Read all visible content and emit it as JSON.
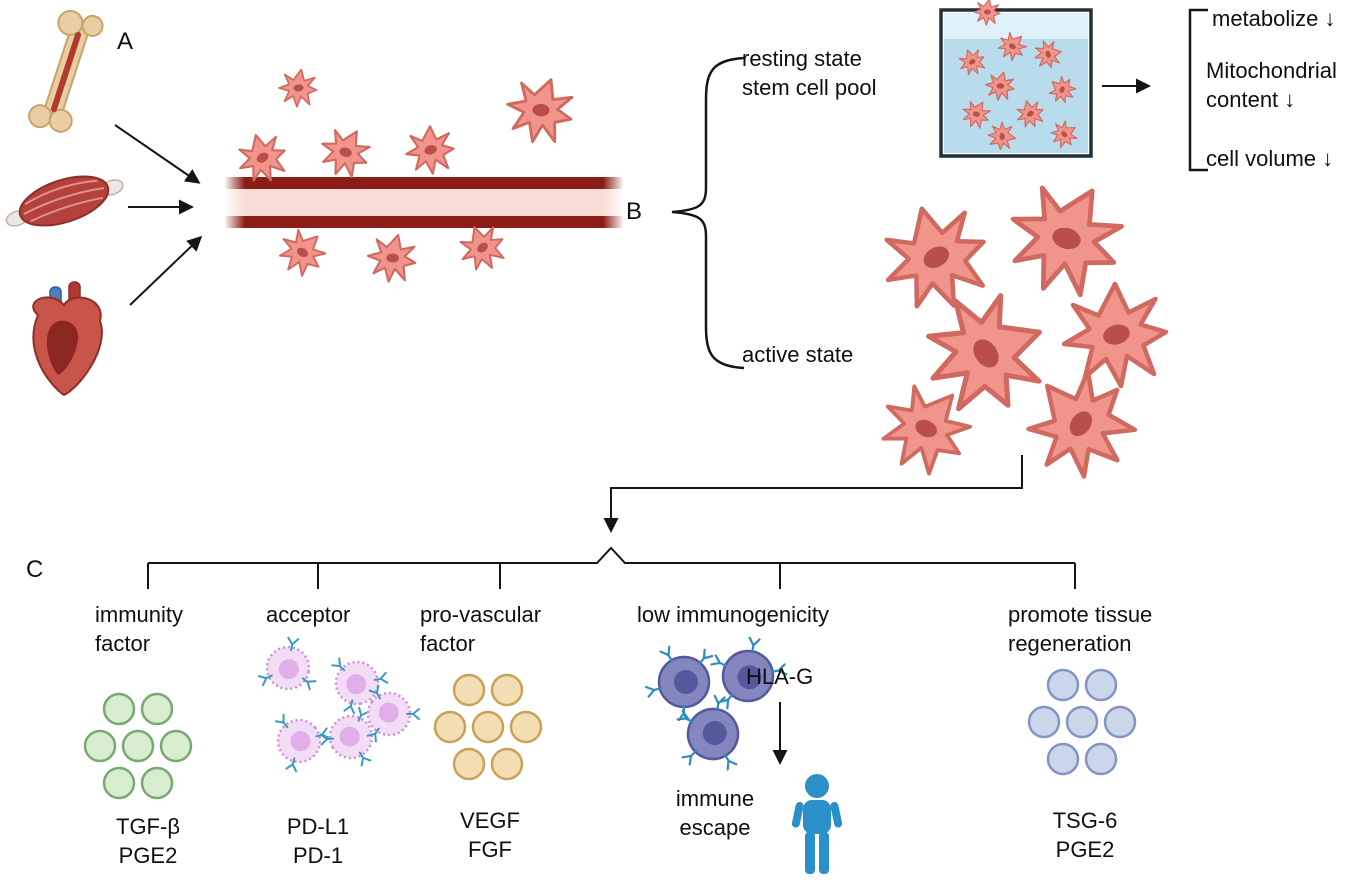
{
  "figure": {
    "panel_a": "A",
    "panel_b": "B",
    "panel_c": "C"
  },
  "states": {
    "resting": "resting state\nstem cell pool",
    "active": "active state"
  },
  "dish_effects": {
    "metabolize": "metabolize ↓",
    "mitochondrial": "Mitochondrial\ncontent ↓",
    "cell_volume": "cell volume ↓"
  },
  "branches": [
    {
      "label": "immunity\nfactor",
      "molecules": "TGF-β\nPGE2"
    },
    {
      "label": "acceptor",
      "molecules": "PD-L1\nPD-1"
    },
    {
      "label": "pro-vascular\nfactor",
      "molecules": "VEGF\nFGF"
    },
    {
      "label": "low immunogenicity",
      "marker": "HLA-G",
      "result": "immune\nescape"
    },
    {
      "label": "promote tissue\nregeneration",
      "molecules": "TSG-6\nPGE2"
    }
  ],
  "colors": {
    "line": "#151515",
    "cell-fill": "#f0948c",
    "cell-stroke": "#d06a60",
    "cell-nucleus": "#b94f49",
    "vessel-dark": "#8c1d16",
    "vessel-light": "#f7dcd8",
    "bone-fill": "#e9cda3",
    "marrow": "#b03a2e",
    "muscle-fill": "#b5413c",
    "dish-fluid": "#b9dcec",
    "green-fill": "#d8ecd0",
    "green-stroke": "#79a873",
    "tan-fill": "#f3ddb2",
    "tan-stroke": "#c9a159",
    "blue-fill": "#ccd6ea",
    "blue-stroke": "#8294c4",
    "acceptor-fill": "#f3dcf5",
    "acceptor-stroke": "#cd8ed6",
    "acceptor-inner": "#e0aee8",
    "receptor": "#3a9bbf",
    "immuno-fill": "#8486c0",
    "immuno-stroke": "#55589a",
    "immuno-inner": "#55589a",
    "antibody": "#2e8bc0",
    "person": "#2b8fc9"
  }
}
